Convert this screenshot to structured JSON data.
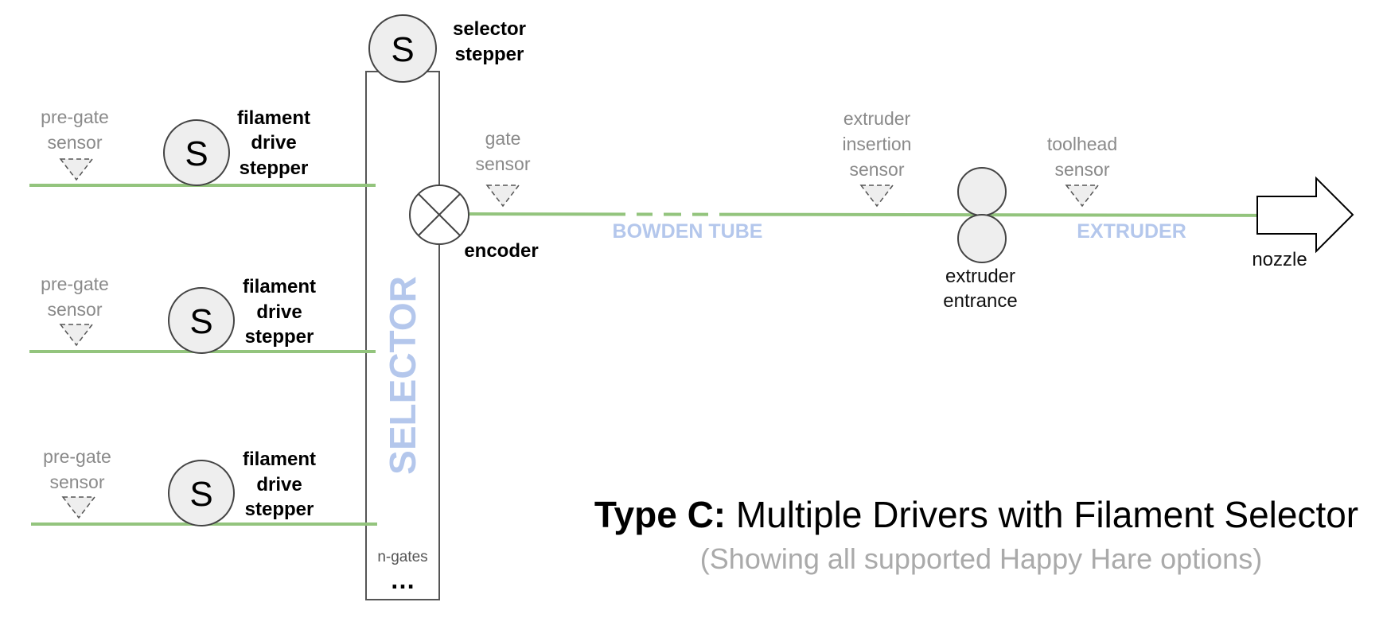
{
  "selector": {
    "title": "SELECTOR",
    "stepper_symbol": "S",
    "stepper_label": [
      "selector",
      "stepper"
    ],
    "ngates_label": "n-gates",
    "ellipsis": "…"
  },
  "gates": [
    {
      "sensor_label": [
        "pre-gate",
        "sensor"
      ],
      "motor_symbol": "S",
      "motor_label": [
        "filament",
        "drive",
        "stepper"
      ]
    },
    {
      "sensor_label": [
        "pre-gate",
        "sensor"
      ],
      "motor_symbol": "S",
      "motor_label": [
        "filament",
        "drive",
        "stepper"
      ]
    },
    {
      "sensor_label": [
        "pre-gate",
        "sensor"
      ],
      "motor_symbol": "S",
      "motor_label": [
        "filament",
        "drive",
        "stepper"
      ]
    }
  ],
  "encoder": {
    "label": "encoder"
  },
  "gate_sensor": {
    "label": [
      "gate",
      "sensor"
    ]
  },
  "bowden": {
    "label": "BOWDEN TUBE"
  },
  "extruder_insertion_sensor": {
    "label": [
      "extruder",
      "insertion",
      "sensor"
    ]
  },
  "extruder_entrance": {
    "label": [
      "extruder",
      "entrance"
    ]
  },
  "toolhead_sensor": {
    "label": [
      "toolhead",
      "sensor"
    ]
  },
  "extruder": {
    "label": "EXTRUDER"
  },
  "nozzle": {
    "label": "nozzle"
  },
  "caption": {
    "title_bold": "Type C:",
    "title_rest": " Multiple Drivers with Filament Selector",
    "subtitle": "(Showing all supported Happy Hare options)"
  },
  "colors": {
    "filament": "#93c47d",
    "accent_label": "#b4c7ec",
    "motor_fill": "#eeeeee",
    "muted_text": "#8a8a8a"
  }
}
